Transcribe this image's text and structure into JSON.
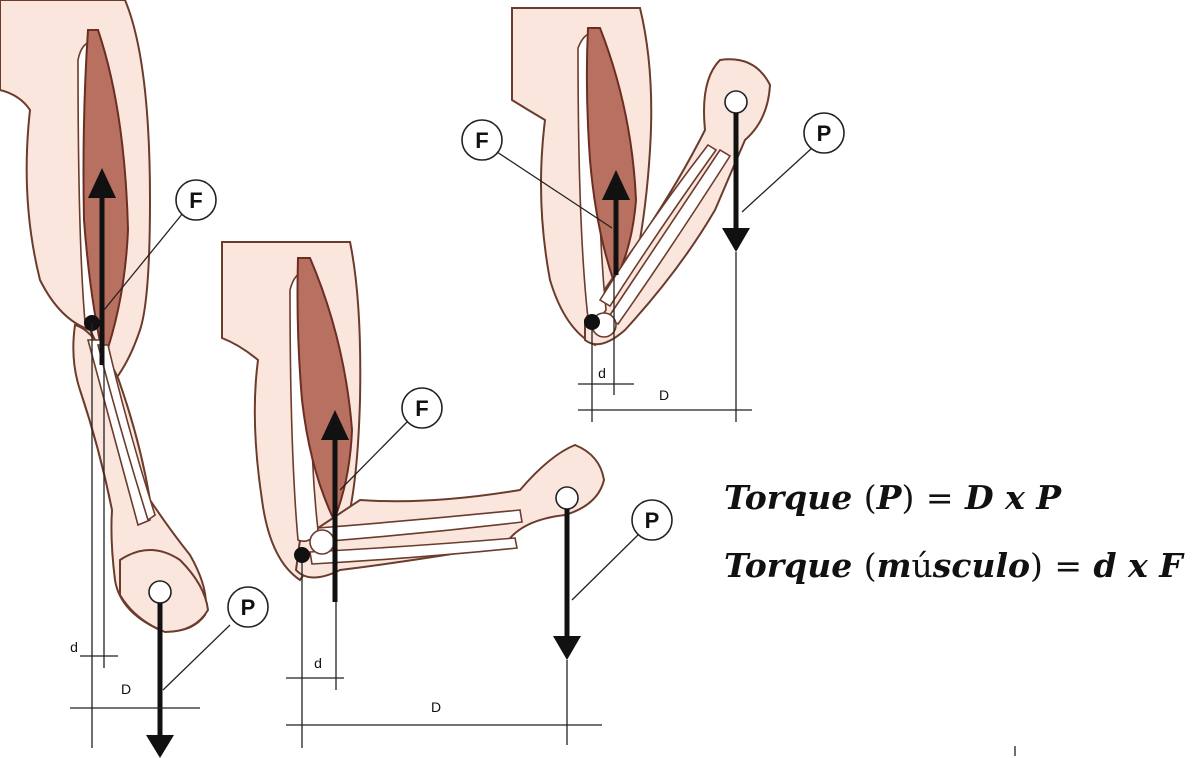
{
  "diagram": {
    "labels": {
      "force": "F",
      "load": "P",
      "short_arm": "d",
      "long_arm": "D"
    },
    "equations": {
      "load_torque": {
        "word": "Torque",
        "arg": "P",
        "rhs": "D x P"
      },
      "muscle_torque": {
        "word": "Torque",
        "arg_pre": "m",
        "arg_accent": "ú",
        "arg_post": "sculo",
        "rhs": "d x F"
      }
    },
    "colors": {
      "skin": "#fbe6de",
      "muscle": "#b87060",
      "outline": "#6b3b2c",
      "arrow": "#111111"
    }
  }
}
